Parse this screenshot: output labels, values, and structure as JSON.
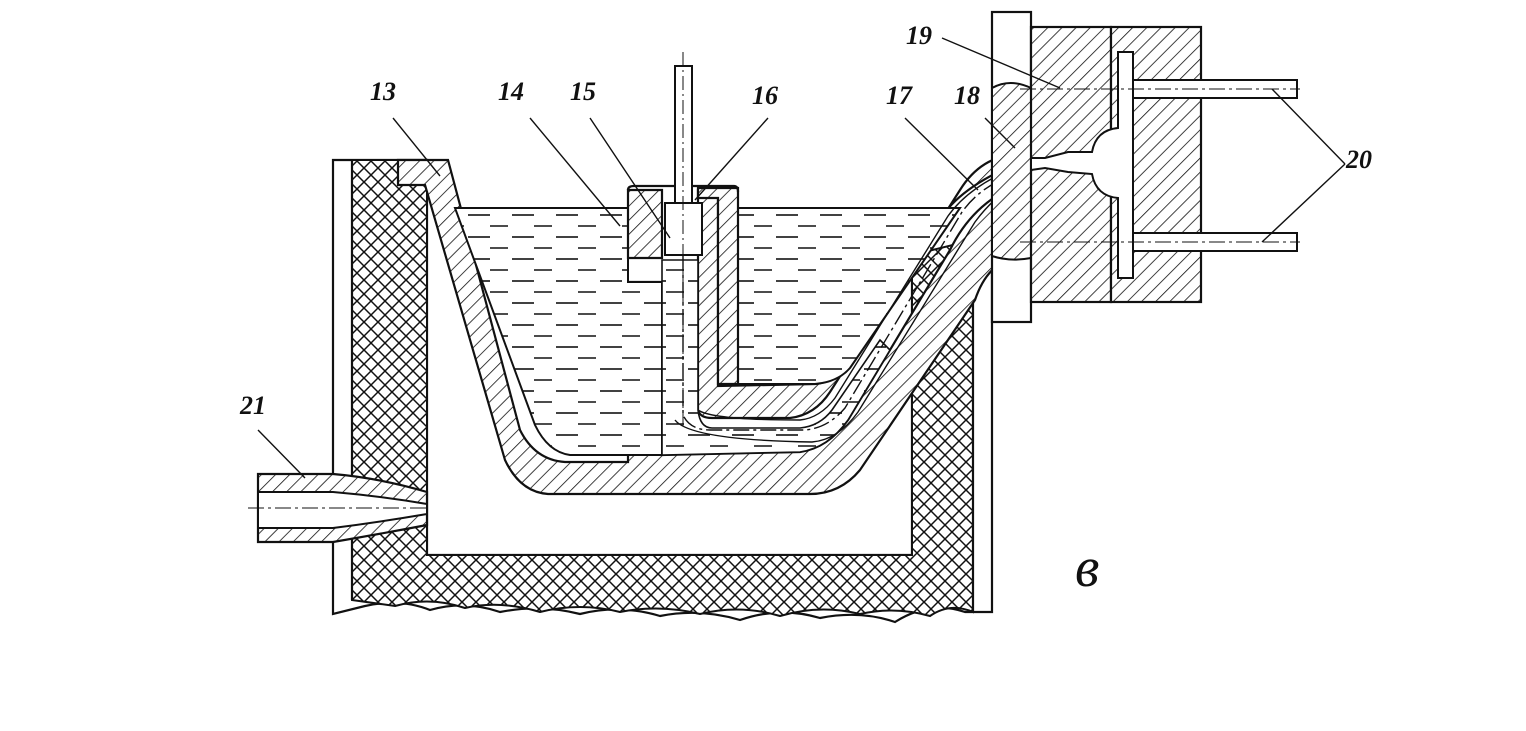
{
  "figure_letter": "в",
  "labels": {
    "l13": "13",
    "l14": "14",
    "l15": "15",
    "l16": "16",
    "l17": "17",
    "l18": "18",
    "l19": "19",
    "l20": "20",
    "l21": "21"
  }
}
